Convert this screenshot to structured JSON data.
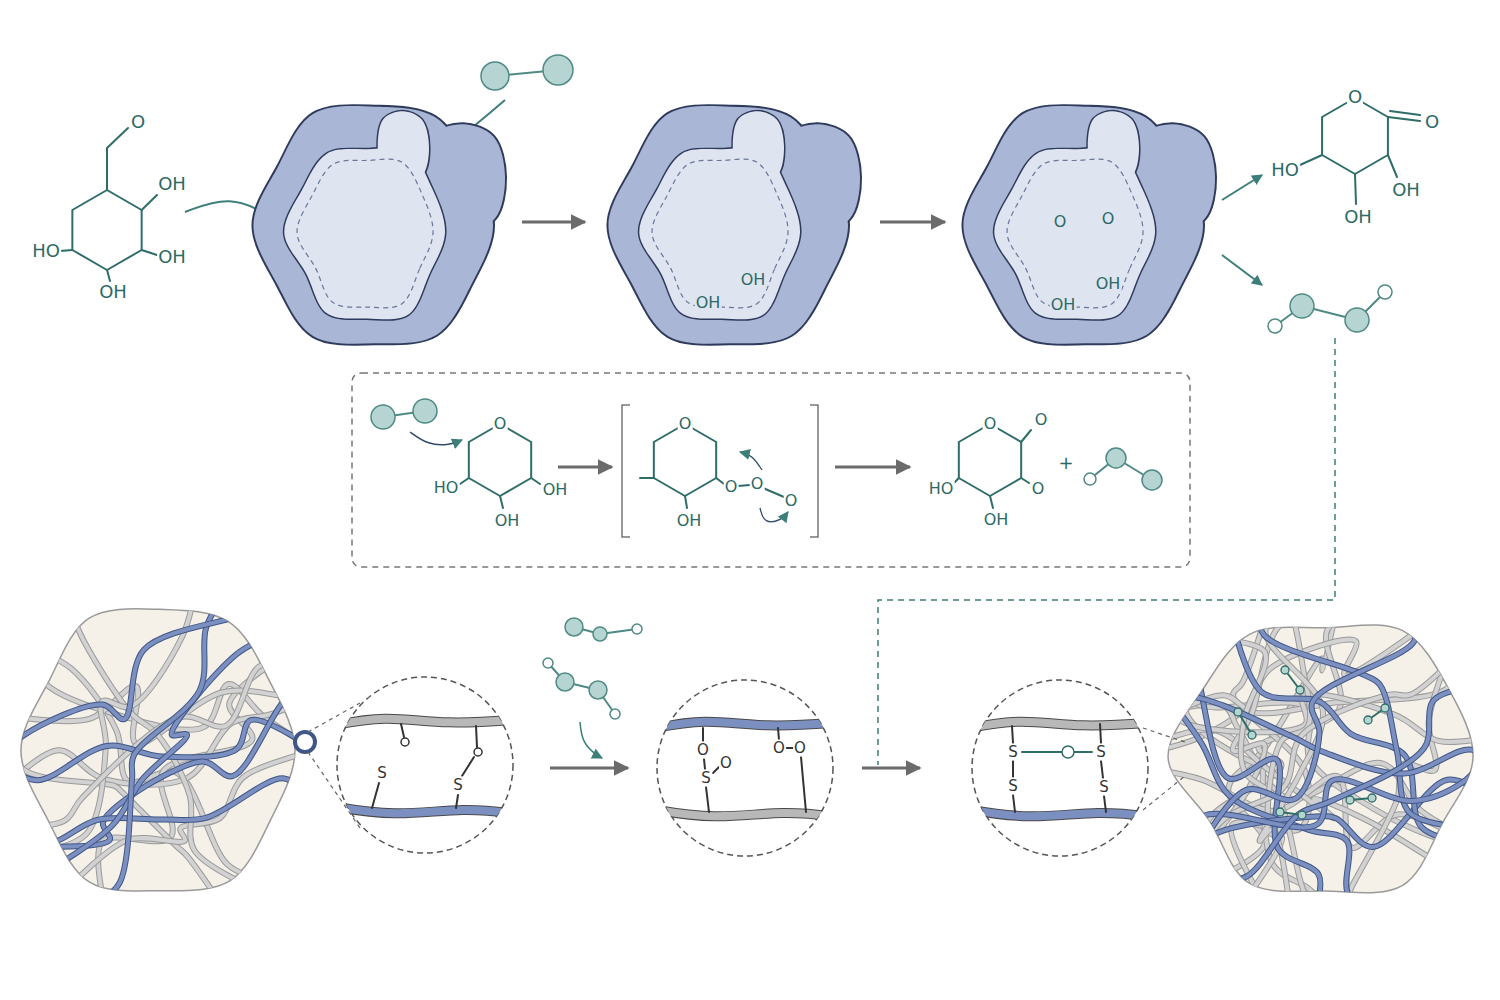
{
  "diagram": {
    "labels": [
      "O",
      "OH",
      "HO",
      "OH",
      "OH",
      "OH",
      "OH",
      "O",
      "O",
      "OH",
      "OH",
      "O",
      "O",
      "HO",
      "OH",
      "OH",
      "O",
      "HO",
      "OH",
      "OH",
      "O",
      "OH",
      "O",
      "O",
      "O",
      "O",
      "O",
      "O",
      "HO",
      "OH",
      "+",
      "S",
      "S",
      "O",
      "S",
      "O",
      "O",
      "O",
      "S",
      "S",
      "S",
      "S"
    ]
  }
}
